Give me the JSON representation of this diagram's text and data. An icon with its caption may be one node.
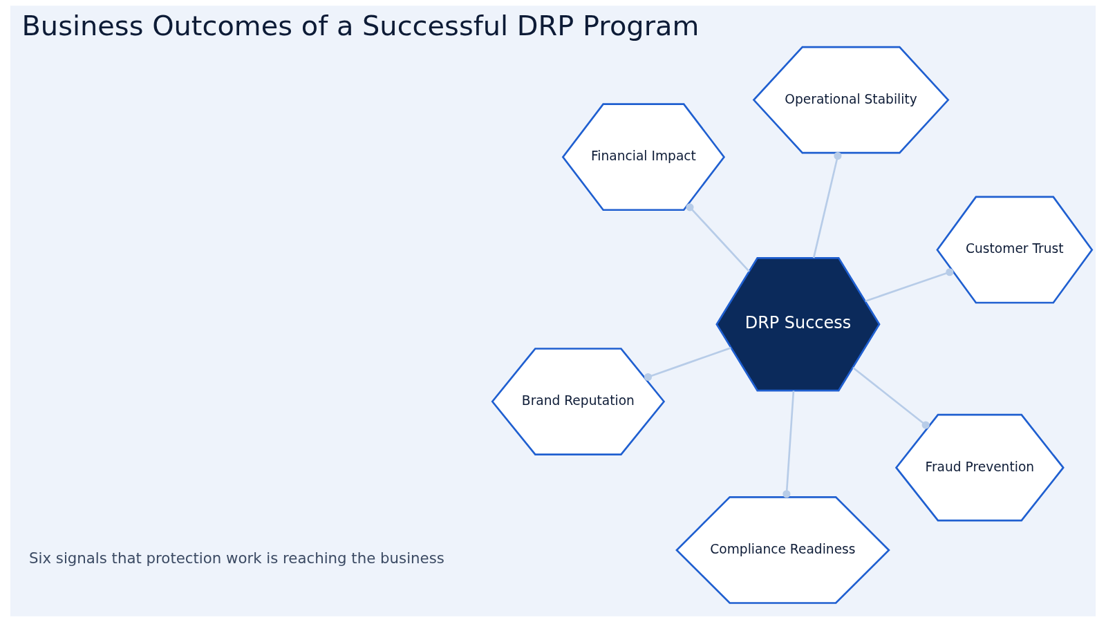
{
  "diagram": {
    "title": "Business Outcomes of a Successful DRP Program",
    "nodes": [
      {
        "text": [
          "Brand Reputation"
        ]
      },
      {
        "text": [
          "Customer Trust"
        ]
      },
      {
        "text": [
          "Fraud Prevention"
        ]
      },
      {
        "text": [
          "DRP Success"
        ]
      },
      {
        "text": [
          "Operational Stability"
        ]
      },
      {
        "text": [
          "Financial Impact"
        ]
      },
      {
        "text": [
          "Compliance Readiness"
        ]
      }
    ],
    "edges": [
      {
        "from": 3,
        "to": 0,
        "arrow": "other"
      },
      {
        "from": 3,
        "to": 1,
        "arrow": "other"
      },
      {
        "from": 3,
        "to": 2,
        "arrow": "other"
      },
      {
        "from": 3,
        "to": 4,
        "arrow": "other"
      },
      {
        "from": 3,
        "to": 5,
        "arrow": "other"
      },
      {
        "from": 3,
        "to": 6,
        "arrow": "other"
      }
    ],
    "labels": [
      "Six signals that protection work is reaching the business"
    ]
  }
}
